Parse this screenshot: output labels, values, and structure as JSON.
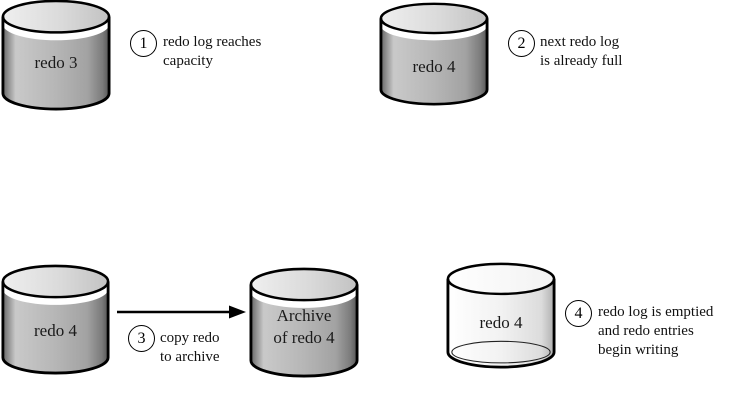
{
  "figure": {
    "description": "Redo log archiving process diagram",
    "background": "#ffffff",
    "colors": {
      "outline": "#000000",
      "cylinder_lid": "#d8d8d8",
      "cylinder_body": "#b4b4b4",
      "empty_body": "#f0f0f0",
      "text": "#000000"
    },
    "cylinders": [
      {
        "label": "redo 3",
        "state": "full"
      },
      {
        "label": "redo 4",
        "state": "full"
      },
      {
        "label": "redo 4",
        "state": "full"
      },
      {
        "label": "Archive\nof redo 4",
        "state": "full"
      },
      {
        "label": "redo 4",
        "state": "empty"
      }
    ],
    "steps": [
      {
        "number": "1",
        "text": "redo log reaches\ncapacity"
      },
      {
        "number": "2",
        "text": "next redo log\nis already full"
      },
      {
        "number": "3",
        "text": "copy redo\nto archive"
      },
      {
        "number": "4",
        "text": "redo log is emptied\nand redo entries\nbegin writing"
      }
    ],
    "arrow": {
      "from": "redo 4",
      "to": "Archive of redo 4"
    }
  }
}
